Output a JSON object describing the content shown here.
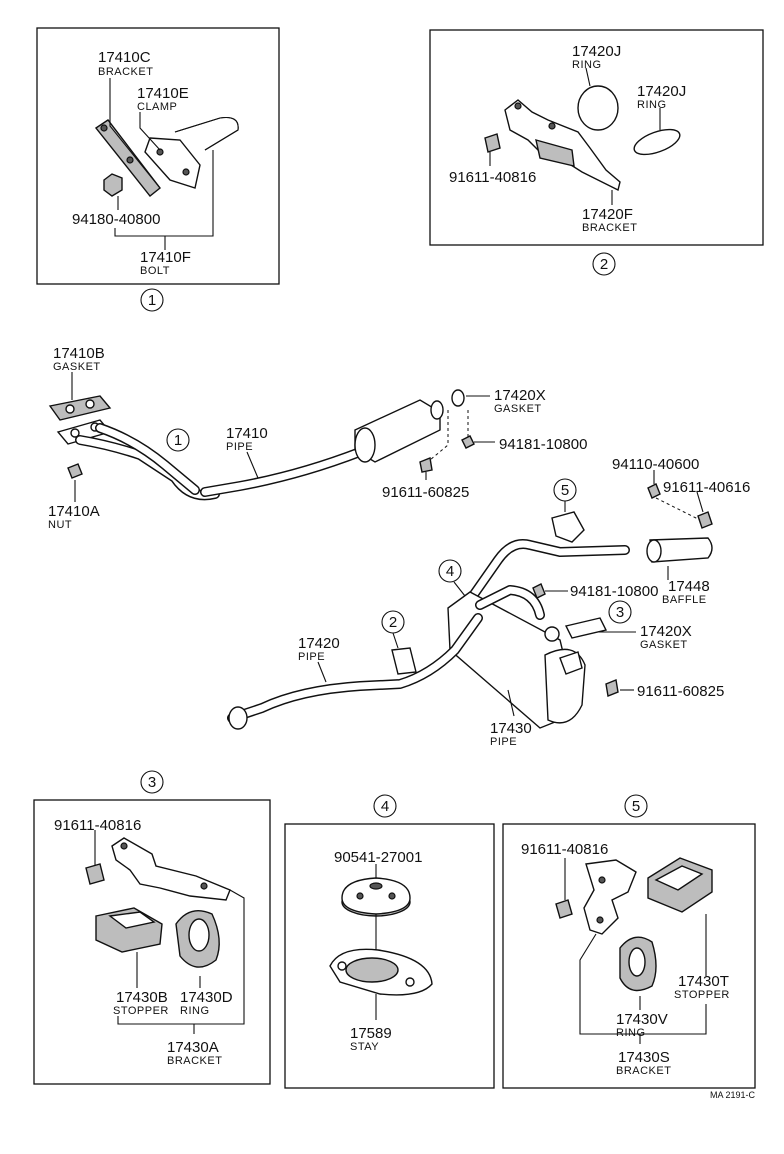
{
  "callouts": {
    "c1": "1",
    "c2": "2",
    "c3": "3",
    "c4": "4",
    "c5": "5"
  },
  "box1": {
    "p_17410C": "17410C",
    "n_bracket": "BRACKET",
    "p_17410E": "17410E",
    "n_clamp": "CLAMP",
    "p_94180": "94180-40800",
    "p_17410F": "17410F",
    "n_bolt": "BOLT"
  },
  "box2": {
    "p_17420J_a": "17420J",
    "n_ring_a": "RING",
    "p_17420J_b": "17420J",
    "n_ring_b": "RING",
    "p_91611": "91611-40816",
    "p_17420F": "17420F",
    "n_bracket": "BRACKET"
  },
  "main": {
    "p_17410B": "17410B",
    "n_gasket": "GASKET",
    "p_17410A": "17410A",
    "n_nut": "NUT",
    "p_17410": "17410",
    "n_pipe": "PIPE",
    "p_17420X_top": "17420X",
    "n_gasket_top": "GASKET",
    "p_94181_top": "94181-10800",
    "p_91611_60825_top": "91611-60825",
    "p_94110": "94110-40600",
    "p_91611_40616": "91611-40616",
    "p_17448": "17448",
    "n_baffle": "BAFFLE",
    "p_94181_mid": "94181-10800",
    "p_17420X_mid": "17420X",
    "n_gasket_mid": "GASKET",
    "p_17420": "17420",
    "n_pipe2": "PIPE",
    "p_91611_60825_bot": "91611-60825",
    "p_17430": "17430",
    "n_pipe3": "PIPE"
  },
  "box3": {
    "p_91611": "91611-40816",
    "p_17430B": "17430B",
    "n_stopper": "STOPPER",
    "p_17430D": "17430D",
    "n_ring": "RING",
    "p_17430A": "17430A",
    "n_bracket": "BRACKET"
  },
  "box4": {
    "p_90541": "90541-27001",
    "p_17589": "17589",
    "n_stay": "STAY"
  },
  "box5": {
    "p_91611": "91611-40816",
    "p_17430T": "17430T",
    "n_stopper": "STOPPER",
    "p_17430V": "17430V",
    "n_ring": "RING",
    "p_17430S": "17430S",
    "n_bracket": "BRACKET"
  },
  "footer": {
    "code": "MA 2191-C"
  }
}
